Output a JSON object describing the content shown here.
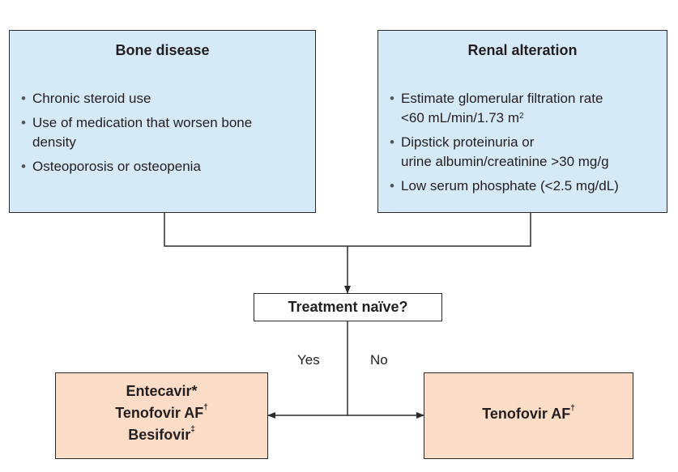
{
  "bone": {
    "title": "Bone disease",
    "items": [
      {
        "lines": [
          "Chronic steroid use"
        ]
      },
      {
        "lines": [
          "Use of medication that worsen bone",
          "density"
        ]
      },
      {
        "lines": [
          "Osteoporosis or osteopenia"
        ]
      }
    ]
  },
  "renal": {
    "title": "Renal alteration",
    "items": [
      {
        "lines": [
          "Estimate glomerular filtration rate",
          "<60 mL/min/1.73 m"
        ],
        "sup": "2"
      },
      {
        "lines": [
          "Dipstick proteinuria or",
          "urine albumin/creatinine >30 mg/g"
        ]
      },
      {
        "lines": [
          "Low serum phosphate (<2.5 mg/dL)"
        ]
      }
    ]
  },
  "decision": {
    "label": "Treatment naïve?"
  },
  "branches": {
    "yes": "Yes",
    "no": "No"
  },
  "left_result": {
    "line1": "Entecavir*",
    "line2": "Tenofovir AF",
    "line2_sup": "†",
    "line3": "Besifovir",
    "line3_sup": "‡"
  },
  "right_result": {
    "line1": "Tenofovir AF",
    "line1_sup": "†"
  },
  "colors": {
    "blue_box": "#d5e9f7",
    "peach_box": "#fbdcc6",
    "line": "#2b2b2b"
  }
}
